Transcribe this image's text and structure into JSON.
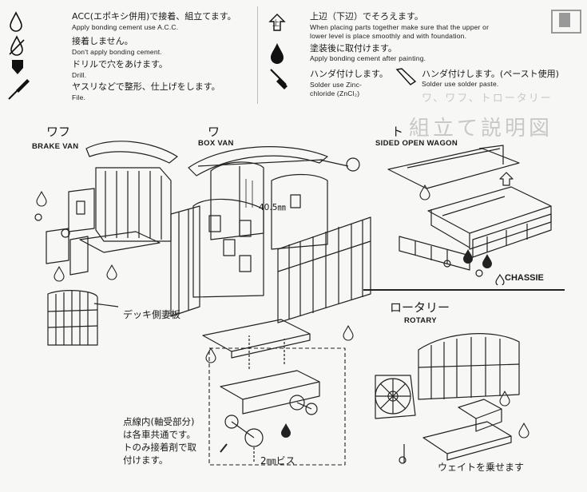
{
  "legend": {
    "acc": {
      "jp": "ACC(エポキシ併用)で接着、組立てます。",
      "en": "Apply bonding cement use A.C.C."
    },
    "no_cement": {
      "jp": "接着しません。",
      "en": "Don't apply bonding cement."
    },
    "drill": {
      "jp": "ドリルで穴をあけます。",
      "en": "Drill."
    },
    "file": {
      "jp": "ヤスリなどで整形、仕上げをします。",
      "en": "File."
    },
    "align": {
      "jp": "上辺（下辺）でそろえます。",
      "en1": "When placing parts together make sure that the upper or",
      "en2": "lower level is place smoothly and with foundation."
    },
    "after_paint": {
      "jp": "塗装後に取付けます。",
      "en": "Apply bonding cement after painting."
    },
    "solder_zinc": {
      "jp": "ハンダ付けします。",
      "en1": "Solder use Zinc-",
      "en2": "chloride (ZnCl₂)"
    },
    "solder_paste": {
      "jp": "ハンダ付けします。(ペースト使用)",
      "en": "Solder use solder paste."
    },
    "align_symbol": "上"
  },
  "vehicles": {
    "brake_van": {
      "kana": "ワフ",
      "en": "BRAKE VAN"
    },
    "box_van": {
      "kana": "ワ",
      "en": "BOX VAN"
    },
    "open_wagon": {
      "kana": "ト",
      "en": "SIDED OPEN WAGON"
    },
    "rotary": {
      "kana": "ロータリー",
      "en": "ROTARY"
    }
  },
  "labels": {
    "dimension": "40.5㎜",
    "deck_end": "デッキ側妻板",
    "chassie": "CHASSIE",
    "screw": "2㎜ビス",
    "weight": "ウェイトを乗せます",
    "note_lines": [
      "点線内(軸受部分)",
      "は各車共通です。",
      "トのみ接着剤で取",
      "付けます。"
    ]
  },
  "background_heading": {
    "line1": "ワ、ワフ、トロータリー",
    "line2": "組立て説明図"
  }
}
